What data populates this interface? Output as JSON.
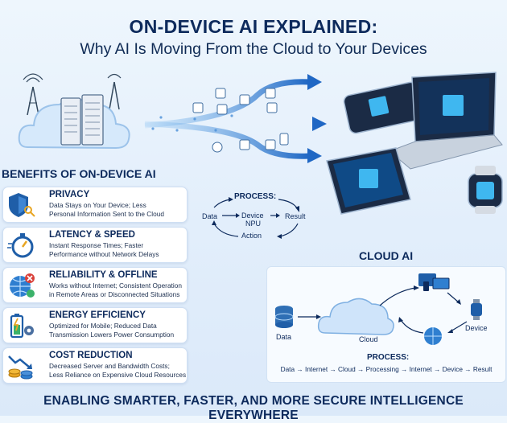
{
  "header": {
    "title": "ON-DEVICE AI EXPLAINED:",
    "subtitle": "Why AI Is Moving From the Cloud to Your Devices"
  },
  "benefits": {
    "heading": "BENEFITS OF ON-DEVICE AI",
    "items": [
      {
        "title": "PRIVACY",
        "desc1": "Data Stays on Your Device; Less",
        "desc2": "Personal Information Sent to the Cloud",
        "icon": "shield-key-icon"
      },
      {
        "title": "LATENCY & SPEED",
        "desc1": "Instant Response Times; Faster",
        "desc2": "Performance without Network Delays",
        "icon": "stopwatch-icon"
      },
      {
        "title": "RELIABILITY & OFFLINE",
        "desc1": "Works without Internet; Consistent Operation",
        "desc2": "in Remote Areas or Disconnected Situations",
        "icon": "offline-globe-icon"
      },
      {
        "title": "ENERGY EFFICIENCY",
        "desc1": "Optimized for Mobile; Reduced Data",
        "desc2": "Transmission Lowers Power Consumption",
        "icon": "battery-gear-icon"
      },
      {
        "title": "COST REDUCTION",
        "desc1": "Decreased Server and Bandwidth Costs;",
        "desc2": "Less Reliance on Expensive Cloud Resources",
        "icon": "coins-down-icon"
      }
    ]
  },
  "on_device_process": {
    "heading": "PROCESS:",
    "data": "Data",
    "device": "Device",
    "npu": "NPU",
    "result": "Result",
    "action": "Action"
  },
  "cloud_ai": {
    "heading": "CLOUD AI",
    "data_label": "Data",
    "cloud_label": "Cloud",
    "device_label": "Device",
    "process_heading": "PROCESS:",
    "process_flow": "Data → Internet → Cloud → Processing → Internet → Device → Result"
  },
  "footer": {
    "tagline": "ENABLING SMARTER, FASTER, AND MORE SECURE INTELLIGENCE EVERYWHERE"
  },
  "colors": {
    "navy": "#0d2a5c",
    "accent_blue": "#2b7fd8",
    "chip_cyan": "#3fb7f0",
    "card_border": "#cfdff3"
  }
}
